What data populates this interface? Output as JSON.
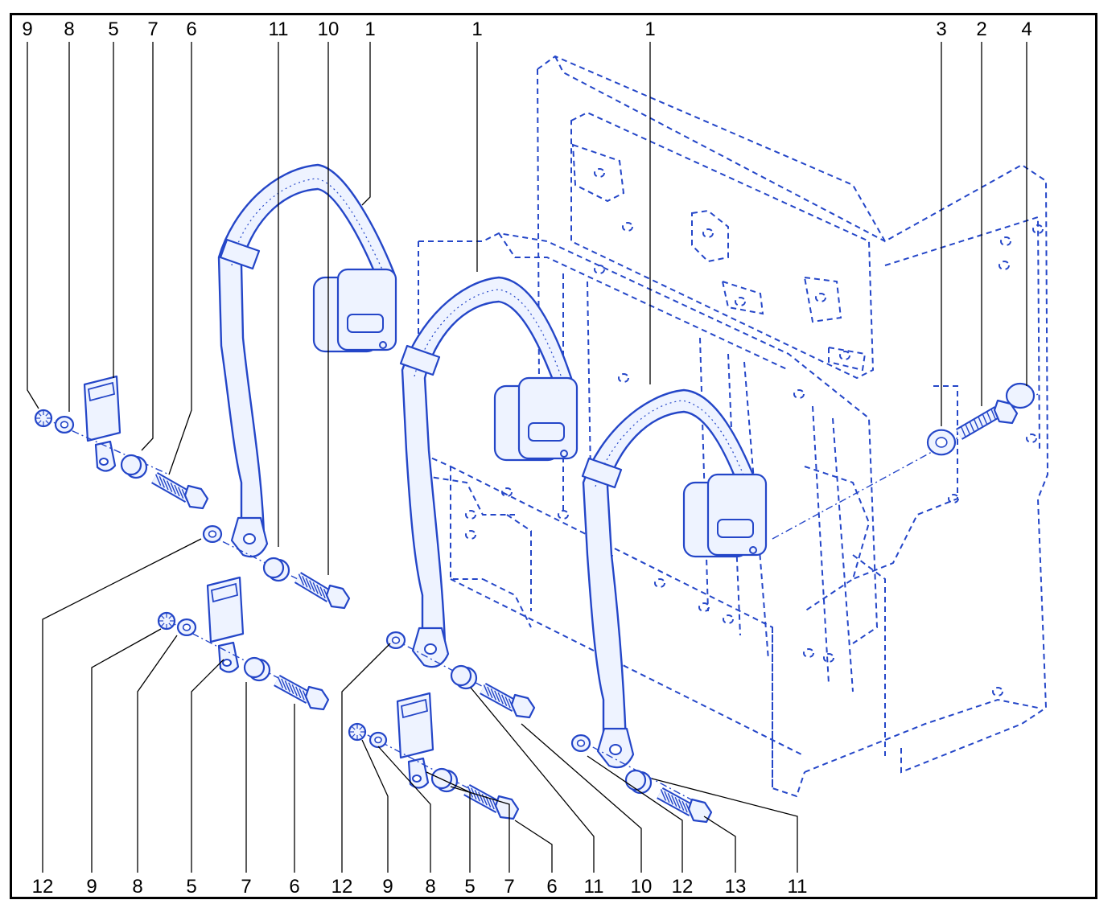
{
  "diagram": {
    "colors": {
      "line": "#2446c8",
      "fill": "#eef3ff",
      "frame": "#000000"
    },
    "callouts_top": [
      "9",
      "8",
      "5",
      "7",
      "6",
      "11",
      "10",
      "1",
      "1",
      "1",
      "3",
      "2",
      "4"
    ],
    "callouts_bottom": [
      "12",
      "9",
      "8",
      "5",
      "7",
      "6",
      "12",
      "9",
      "8",
      "5",
      "7",
      "6",
      "11",
      "10",
      "12",
      "13",
      "11"
    ]
  }
}
